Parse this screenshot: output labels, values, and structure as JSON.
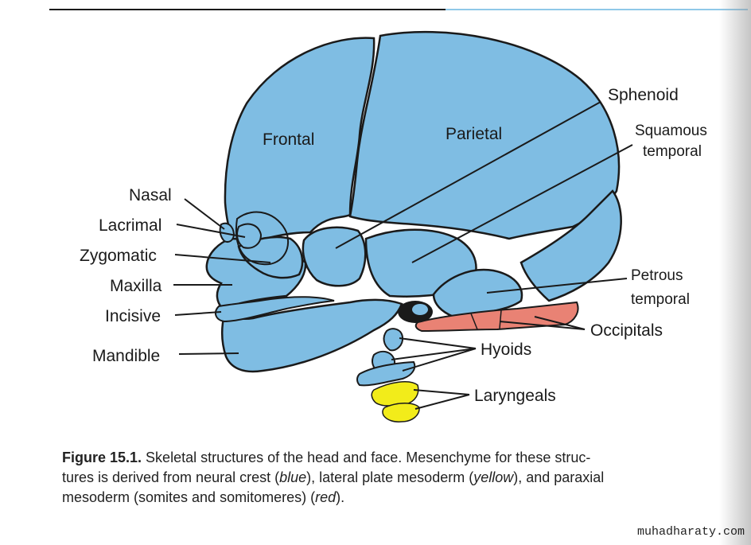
{
  "colors": {
    "neural_crest": "#7fbde3",
    "lateral_plate": "#f2ec1a",
    "paraxial": "#e98274",
    "outline": "#1a1a1a",
    "background": "#ffffff"
  },
  "labels": {
    "frontal": "Frontal",
    "parietal": "Parietal",
    "sphenoid": "Sphenoid",
    "squamous_line1": "Squamous",
    "squamous_line2": "temporal",
    "nasal": "Nasal",
    "lacrimal": "Lacrimal",
    "zygomatic": "Zygomatic",
    "maxilla": "Maxilla",
    "incisive": "Incisive",
    "mandible": "Mandible",
    "petrous_line1": "Petrous",
    "petrous_line2": "temporal",
    "occipitals": "Occipitals",
    "hyoids": "Hyoids",
    "laryngeals": "Laryngeals"
  },
  "caption": {
    "figure_number": "Figure 15.1.",
    "line1_text": " Skeletal structures of the head and face. Mesenchyme for these struc-",
    "line2_pre": "tures is derived from neural crest (",
    "blue": "blue",
    "line2_mid": "), lateral plate mesoderm (",
    "yellow": "yellow",
    "line2_post": "), and paraxial",
    "line3_pre": "mesoderm (somites and somitomeres) (",
    "red": "red",
    "line3_post": ")."
  },
  "watermark": "muhadharaty.com"
}
